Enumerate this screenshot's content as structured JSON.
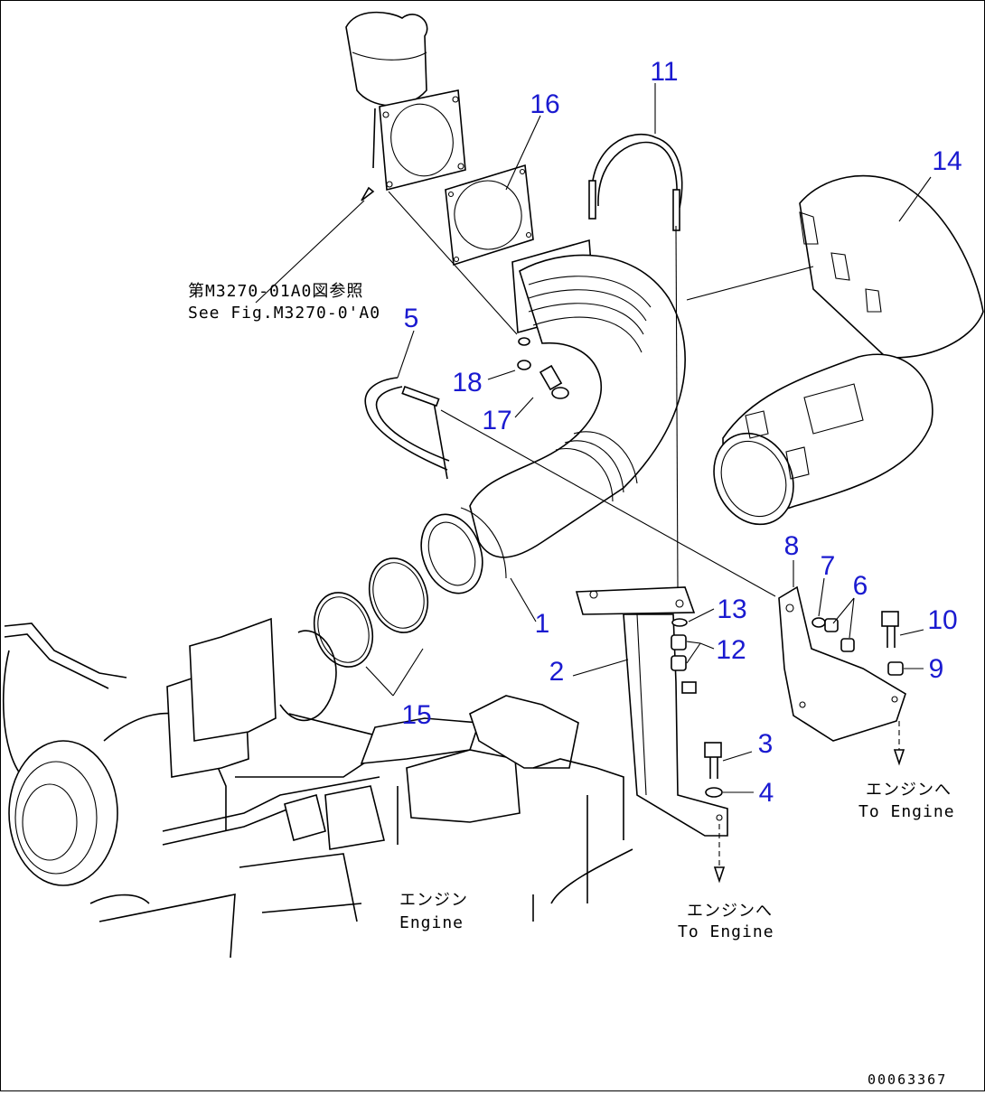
{
  "colors": {
    "callout": "#1a1ad0",
    "line": "#000000",
    "background": "#ffffff"
  },
  "callouts": [
    {
      "id": "1",
      "label": "1"
    },
    {
      "id": "2",
      "label": "2"
    },
    {
      "id": "3",
      "label": "3"
    },
    {
      "id": "4",
      "label": "4"
    },
    {
      "id": "5",
      "label": "5"
    },
    {
      "id": "6",
      "label": "6"
    },
    {
      "id": "7",
      "label": "7"
    },
    {
      "id": "8",
      "label": "8"
    },
    {
      "id": "9",
      "label": "9"
    },
    {
      "id": "10",
      "label": "10"
    },
    {
      "id": "11",
      "label": "11"
    },
    {
      "id": "12",
      "label": "12"
    },
    {
      "id": "13",
      "label": "13"
    },
    {
      "id": "14",
      "label": "14"
    },
    {
      "id": "15",
      "label": "15"
    },
    {
      "id": "16",
      "label": "16"
    },
    {
      "id": "17",
      "label": "17"
    },
    {
      "id": "18",
      "label": "18"
    }
  ],
  "notes": {
    "ref_jp": "第M3270-01A0図参照",
    "ref_en": "See Fig.M3270-0'A0",
    "engine_jp": "エンジン",
    "engine_en": "Engine",
    "to_engine_jp": "エンジンへ",
    "to_engine_en": "To Engine"
  },
  "drawing_number": "00063367"
}
